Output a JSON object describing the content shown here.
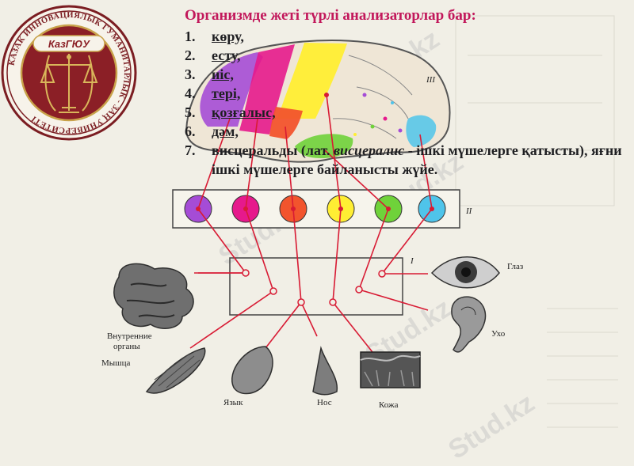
{
  "logo": {
    "center_text": "КазГЮУ",
    "ring_text": "КАЗАК ИННОВАЦИЯЛЫК ГУМАНИТАРЛЫК - ЗАҢ УНИВЕРСИТЕТІ"
  },
  "heading": "Организмде жеті түрлі анализаторлар бар:",
  "items": [
    {
      "num": "1.",
      "text": "көру,"
    },
    {
      "num": "2.",
      "text": "есту,"
    },
    {
      "num": "3.",
      "text": "иіс,"
    },
    {
      "num": "4.",
      "text": "тері,"
    },
    {
      "num": "5.",
      "text": "қозғалыс,"
    },
    {
      "num": "6.",
      "text": "дәм,"
    },
    {
      "num": "7.",
      "text_before": "висцеральды (лат. ",
      "text_italic": "висцералис",
      "text_after": " - ішкі мүшелерге қатысты), яғни ішкі мүшелерге байланысты жүйе."
    }
  ],
  "diagram": {
    "brain_label": "III",
    "nuclei_label": "II",
    "receptor_label": "I",
    "organ_labels": {
      "eye": "Глаз",
      "ear": "Ухо",
      "internal": "Внутренние органы",
      "muscle": "Мышца",
      "tongue": "Язык",
      "nose": "Нос",
      "skin": "Кожа"
    },
    "colors": {
      "violet": "#a54cd6",
      "magenta": "#e6198c",
      "red": "#f2542d",
      "yellow": "#ffee33",
      "green": "#6fd23a",
      "cyan": "#4fc4ea",
      "path": "#d81b34"
    }
  },
  "watermark": "Stud.kz"
}
